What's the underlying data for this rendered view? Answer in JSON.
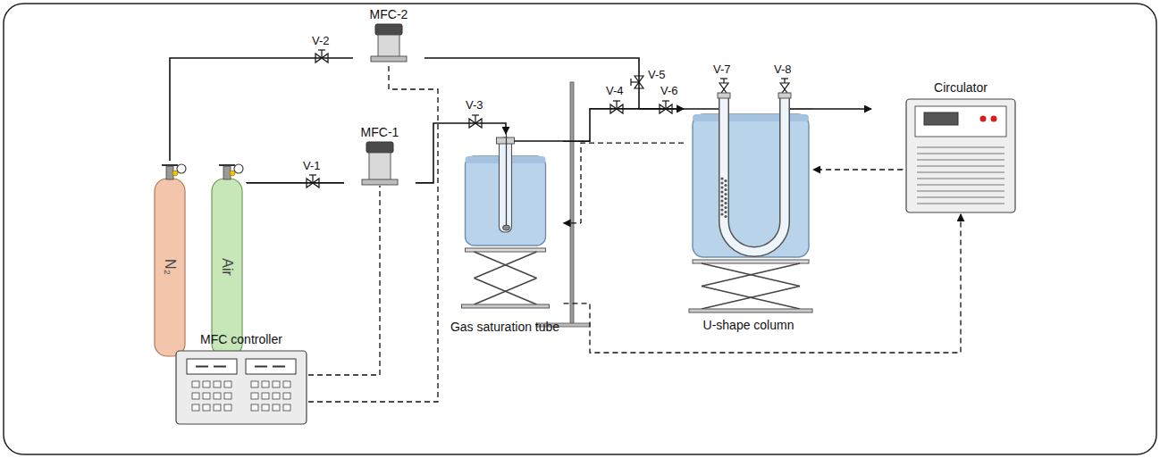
{
  "diagram": {
    "nodes": [
      {
        "text": [
          "N₂"
        ]
      },
      {
        "text": [
          "Air"
        ]
      },
      {
        "text": [
          "MFC-2"
        ]
      },
      {
        "text": [
          "MFC-1"
        ]
      },
      {
        "text": [
          "MFC controller"
        ]
      },
      {
        "text": [
          "Gas saturation tube"
        ]
      },
      {
        "text": [
          "U-shape column"
        ]
      },
      {
        "text": [
          "Circulator"
        ]
      }
    ],
    "edges": [
      {
        "from": 0,
        "to": 2,
        "arrow": "none"
      },
      {
        "from": 1,
        "to": 3,
        "arrow": "none"
      },
      {
        "from": 3,
        "to": 5,
        "arrow": "to"
      },
      {
        "from": 2,
        "to": 6,
        "arrow": "to"
      },
      {
        "from": 5,
        "to": 6,
        "arrow": "to"
      },
      {
        "from": 4,
        "to": 3,
        "arrow": "none"
      },
      {
        "from": 4,
        "to": 2,
        "arrow": "none"
      },
      {
        "from": 7,
        "to": 6,
        "arrow": "to"
      },
      {
        "from": 6,
        "to": 5,
        "arrow": "to"
      },
      {
        "from": 5,
        "to": 7,
        "arrow": "to"
      }
    ],
    "labels": [
      "V-1",
      "V-2",
      "V-3",
      "V-4",
      "V-5",
      "V-6",
      "V-7",
      "V-8"
    ]
  }
}
